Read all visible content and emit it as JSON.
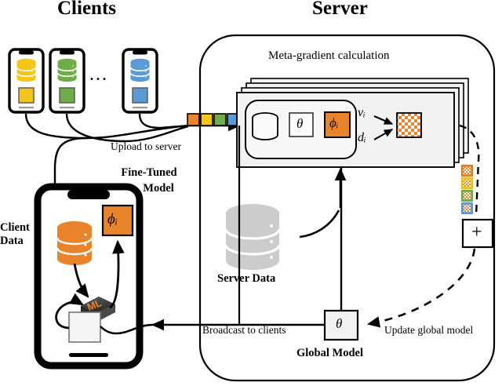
{
  "diagram": {
    "type": "federated-meta-learning-architecture",
    "titles": {
      "clients": "Clients",
      "server": "Server"
    },
    "clients": {
      "ellipsis": "...",
      "data_label": "Client Data",
      "fine_tuned_label_line1": "Fine-Tuned",
      "fine_tuned_label_line2": "Model",
      "devices": [
        {
          "name": "client-phone-1",
          "db_color": "#F5C518",
          "square_color": "#F5C518"
        },
        {
          "name": "client-phone-2",
          "db_color": "#6FAE46",
          "square_color": "#6FAE46"
        },
        {
          "name": "client-phone-3",
          "db_color": "#5B9BD5",
          "square_color": "#5B9BD5"
        }
      ],
      "fine_tuned_phone": {
        "db_color": "#E8842C",
        "chip_label": "ML",
        "phi_label": "ϕᵢ",
        "phi_color": "#E8842C"
      }
    },
    "server": {
      "meta_gradient_title": "Meta-gradient calculation",
      "card_stack_count": 4,
      "card": {
        "cylinder": "server-cylinder",
        "theta_label": "θ",
        "phi_label": "ϕᵢ",
        "phi_color": "#E8842C",
        "v_label": "vᵢ",
        "d_label": "dᵢ",
        "output": "meta-gradient-checker"
      },
      "server_data_label": "Server Data",
      "server_data_color": "#CCCCCC",
      "aggregator_label": "+",
      "global_model": {
        "theta_label": "θ",
        "caption": "Global Model"
      },
      "uploaded_updates": [
        {
          "color": "#E8842C"
        },
        {
          "color": "#F5C518"
        },
        {
          "color": "#6FAE46"
        },
        {
          "color": "#5B9BD5"
        }
      ],
      "client_gradients": [
        {
          "color": "#E8842C"
        },
        {
          "color": "#F5C518"
        },
        {
          "color": "#6FAE46"
        },
        {
          "color": "#5B9BD5"
        }
      ]
    },
    "edges": {
      "upload": "Upload to server",
      "broadcast": "Broadcast to clients",
      "update": "Update global model"
    },
    "colors": {
      "orange": "#E8842C",
      "yellow": "#F5C518",
      "green": "#6FAE46",
      "blue": "#5B9BD5",
      "gray_fill": "#F2F2F2",
      "gray_data": "#CCCCCC",
      "stroke": "#000000"
    }
  }
}
